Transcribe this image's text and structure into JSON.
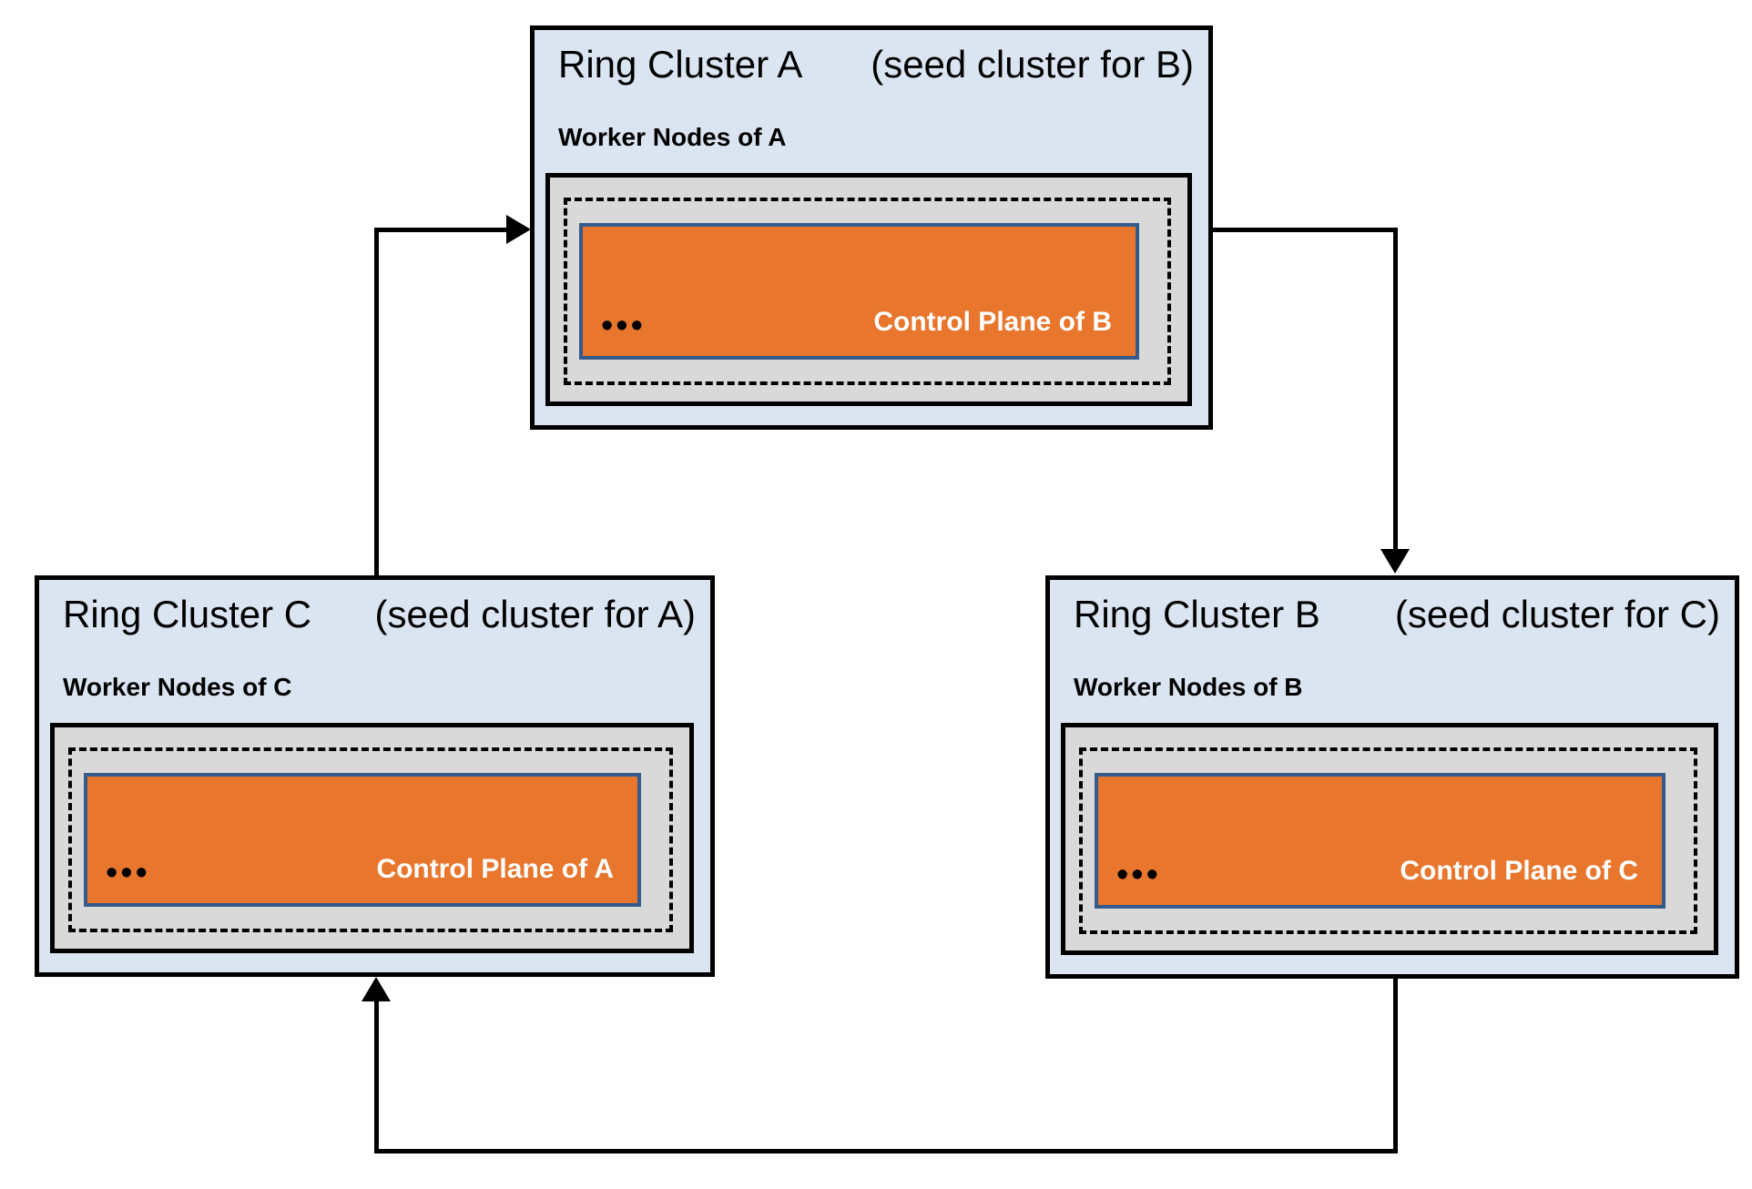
{
  "diagram": {
    "description": "Three Kubernetes ring clusters hosting each other's control planes in a cycle",
    "clusters": [
      {
        "id": "A",
        "title": "Ring Cluster A",
        "seed_note": "(seed cluster for B)",
        "worker_label": "Worker Nodes of A",
        "ellipsis": "•••",
        "control_plane_label": "Control Plane of B"
      },
      {
        "id": "B",
        "title": "Ring Cluster B",
        "seed_note": "(seed cluster for C)",
        "worker_label": "Worker Nodes of B",
        "ellipsis": "•••",
        "control_plane_label": "Control Plane of C"
      },
      {
        "id": "C",
        "title": "Ring Cluster C",
        "seed_note": "(seed cluster for A)",
        "worker_label": "Worker Nodes of C",
        "ellipsis": "•••",
        "control_plane_label": "Control Plane of A"
      }
    ],
    "arrows": [
      {
        "from": "Ring Cluster C",
        "to": "Ring Cluster A"
      },
      {
        "from": "Ring Cluster A",
        "to": "Ring Cluster B"
      },
      {
        "from": "Ring Cluster B",
        "to": "Ring Cluster C"
      }
    ],
    "colors": {
      "cluster_fill": "#dbe5f1",
      "cluster_border": "#000000",
      "node_fill": "#d9d9d9",
      "node_border": "#000000",
      "dashed_border": "#000000",
      "control_plane_fill": "#e8762d",
      "control_plane_border": "#355a8c",
      "control_plane_text": "#ffffff",
      "title_text": "#000000",
      "arrow": "#000000"
    }
  }
}
